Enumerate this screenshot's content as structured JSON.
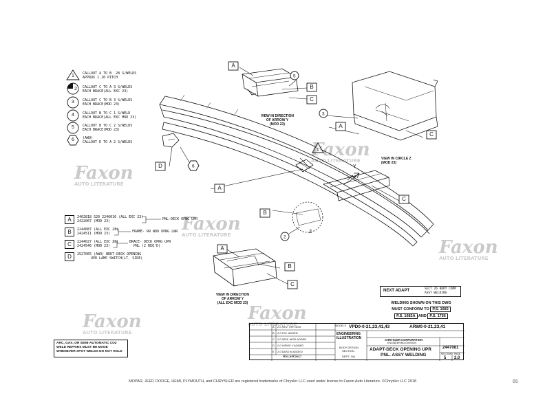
{
  "callouts": [
    {
      "num": "1",
      "line1": "CALLOUT A TO B  28 S/WELDS",
      "line2": "APPROX 1.10 PITCH"
    },
    {
      "num": "2",
      "line1": "CALLOUT C TO A 3 S/WELDS",
      "line2": "EACH BRACE(ALL EXC 23)"
    },
    {
      "num": "3",
      "line1": "CALLOUT C TO B 3 S/WELDS",
      "line2": "EACH BRACE(MOD 23)"
    },
    {
      "num": "4",
      "line1": "CALLOUT B TO C 1 S/WELD",
      "line2": "EACH BRACE(ALL EXC MOD 23)"
    },
    {
      "num": "5",
      "line1": "CALLOUT B TO C 2 S/WELDS",
      "line2": "EACH BRACE(MOD 23)"
    },
    {
      "num": "6",
      "line1": "(AWO)",
      "line2": "CALLOUT D TO A 2 S/WELDS"
    }
  ],
  "parts": [
    {
      "letter": "A",
      "line1": "2462818 S20 2246016 (ALL EXC 23)",
      "line2": "2422067 (MOD 23)",
      "desc": "PNL-DECK OPNG UPR"
    },
    {
      "letter": "B",
      "line1": "2244087 (ALL EXC 23)",
      "line2": "2424511 (MOD 23)",
      "desc": "FRAME- RR WDO OPNG LWR"
    },
    {
      "letter": "C",
      "line1": "2244027 (ALL EXC 23)",
      "line2": "2424546 (MOD 23)",
      "desc": "BRACE- DECK OPNG UPR",
      "desc2": "PNL (2 REQ'D)"
    },
    {
      "letter": "D",
      "line1": "2527065 (AWO) BRKT-DECK OPENING",
      "line2": "UPR LAMP SWITCH(LT. SIDE)",
      "desc": ""
    }
  ],
  "views": {
    "top_caption1": "VIEW IN DIRECTION",
    "top_caption2": "OF ARROW Y",
    "top_caption3": "(MOD 23)",
    "circle_caption1": "VIEW IN CIRCLE Z",
    "circle_caption2": "(MOD 23)",
    "bottom_caption1": "VIEW IN DIRECTION",
    "bottom_caption2": "OF ARROW Y",
    "bottom_caption3": "(ALL EXC MOD 23)",
    "arrow_y": "Y",
    "arrow_z": "Z"
  },
  "labels": {
    "A": "A",
    "B": "B",
    "C": "C",
    "D": "D"
  },
  "watermark": {
    "brand": "Faxon",
    "sub": "AUTO LITERATURE"
  },
  "next_adapt": {
    "label": "NEXT ADAPT",
    "line1": "SECT 26 BODY COMP",
    "line2": "ASSY WELDING"
  },
  "welding": {
    "line1": "WELDING SHOWN ON THIS DWG",
    "line2": "MUST CONFORM TO",
    "std1": "P.S. 1682",
    "std2": "P.S. 1682A",
    "and": "AND",
    "std3": "P.S. 1756"
  },
  "warning": {
    "line1": "ARC, GAS, OR SEMI-AUTOMATIC CO2",
    "line2": "WELD REPAIRS MUST BE MADE",
    "line3": "WHENEVER SPOT WELDS DO NOT HOLD"
  },
  "title_block": {
    "models_label": "MODELS",
    "models1": "VPD0-0-21,23,41,43",
    "models2": "ARW0-0-21,23,41",
    "eng_illus1": "ENGINEERING",
    "eng_illus2": "ILLUSTRATION",
    "body_design1": "BODY DESIGN",
    "body_design2": "SECTION",
    "dept": "DEPT. 344",
    "corp": "CHRYSLER CORPORATION",
    "division": "ENGINEERING DIVISION",
    "title1": "ADAPT-DECK OPENING UPR",
    "title2": "PNL. ASSY WELDING",
    "number": "2447081",
    "section_label": "SECTION",
    "page_label": "PAGE",
    "section": "5",
    "page": "2.0",
    "released": "RELEASED",
    "rev_rows": [
      "2.0 REV. PER 5/05",
      "Z.0 FIG. ADDED",
      "2.0 SEW. MOD ADDED",
      "2.0 VIEWS Y ADDED",
      "2.0 DATA IN ADDED"
    ],
    "rev_letters": [
      "A",
      "B",
      "C",
      "D",
      "E"
    ]
  },
  "footer": "MOPAR, JEEP, DODGE, HEMI, PLYMOUTH, and CHRYSLER are registered trademarks of Chrysler LLC used under license to Faxon Auto Literature. ©Chrysler LLC 2018",
  "page_number": "65"
}
